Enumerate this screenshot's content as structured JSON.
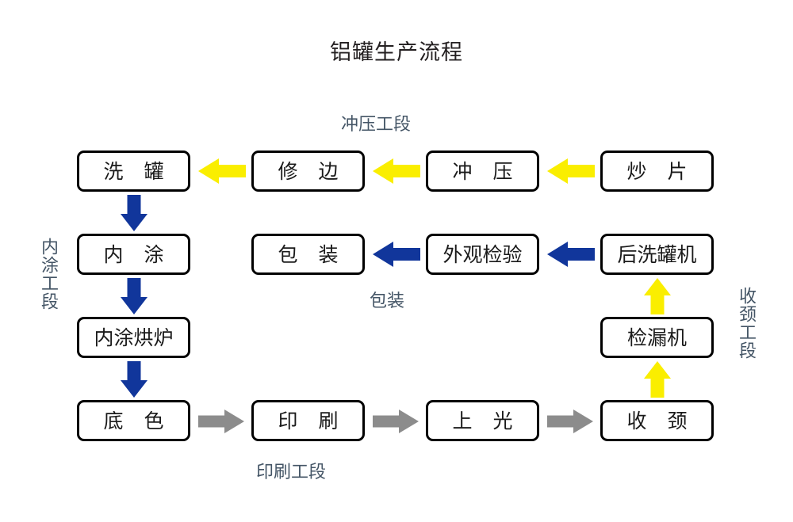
{
  "page": {
    "title": "铝罐生产流程",
    "background": "#ffffff"
  },
  "colors": {
    "stamping_arrow": "#FAEE00",
    "coating_arrow": "#11369B",
    "printing_arrow": "#8C8C8C",
    "necking_arrow": "#FAEE00",
    "box_border": "#000000",
    "section_label": "#445566",
    "text": "#1a1a1a"
  },
  "sections": [
    {
      "id": "stamping",
      "label": "冲压工段",
      "orientation": "horizontal"
    },
    {
      "id": "packaging",
      "label": "包装",
      "orientation": "horizontal"
    },
    {
      "id": "printing",
      "label": "印刷工段",
      "orientation": "horizontal"
    },
    {
      "id": "coating",
      "label": "内涂工段",
      "orientation": "vertical"
    },
    {
      "id": "necking",
      "label": "收颈工段",
      "orientation": "vertical"
    }
  ],
  "nodes": [
    {
      "id": "chaopian",
      "label": "炒  片",
      "row": 1,
      "col": 4
    },
    {
      "id": "chongya",
      "label": "冲  压",
      "row": 1,
      "col": 3
    },
    {
      "id": "xiubian",
      "label": "修  边",
      "row": 1,
      "col": 2
    },
    {
      "id": "xiguan",
      "label": "洗  罐",
      "row": 1,
      "col": 1
    },
    {
      "id": "neitu",
      "label": "内  涂",
      "row": 2,
      "col": 1
    },
    {
      "id": "baozhuang",
      "label": "包  装",
      "row": 2,
      "col": 2
    },
    {
      "id": "waiguan",
      "label": "外观检验",
      "row": 2,
      "col": 3
    },
    {
      "id": "houxiguanji",
      "label": "后洗罐机",
      "row": 2,
      "col": 4
    },
    {
      "id": "neituhonglu",
      "label": "内涂烘炉",
      "row": 3,
      "col": 1
    },
    {
      "id": "jianlouji",
      "label": "检漏机",
      "row": 3,
      "col": 4
    },
    {
      "id": "dise",
      "label": "底  色",
      "row": 4,
      "col": 1
    },
    {
      "id": "yinshua",
      "label": "印  刷",
      "row": 4,
      "col": 2
    },
    {
      "id": "shangguang",
      "label": "上  光",
      "row": 4,
      "col": 3
    },
    {
      "id": "shoujing",
      "label": "收  颈",
      "row": 4,
      "col": 4
    }
  ],
  "edges": [
    {
      "id": "e1",
      "from": "chaopian",
      "to": "chongya",
      "color": "#FAEE00",
      "direction": "left"
    },
    {
      "id": "e2",
      "from": "chongya",
      "to": "xiubian",
      "color": "#FAEE00",
      "direction": "left"
    },
    {
      "id": "e3",
      "from": "xiubian",
      "to": "xiguan",
      "color": "#FAEE00",
      "direction": "left"
    },
    {
      "id": "e4",
      "from": "xiguan",
      "to": "neitu",
      "color": "#11369B",
      "direction": "down"
    },
    {
      "id": "e5",
      "from": "neitu",
      "to": "neituhonglu",
      "color": "#11369B",
      "direction": "down"
    },
    {
      "id": "e6",
      "from": "neituhonglu",
      "to": "dise",
      "color": "#11369B",
      "direction": "down"
    },
    {
      "id": "e7",
      "from": "dise",
      "to": "yinshua",
      "color": "#8C8C8C",
      "direction": "right"
    },
    {
      "id": "e8",
      "from": "yinshua",
      "to": "shangguang",
      "color": "#8C8C8C",
      "direction": "right"
    },
    {
      "id": "e9",
      "from": "shangguang",
      "to": "shoujing",
      "color": "#8C8C8C",
      "direction": "right"
    },
    {
      "id": "e10",
      "from": "shoujing",
      "to": "jianlouji",
      "color": "#FAEE00",
      "direction": "up"
    },
    {
      "id": "e11",
      "from": "jianlouji",
      "to": "houxiguanji",
      "color": "#FAEE00",
      "direction": "up"
    },
    {
      "id": "e12",
      "from": "houxiguanji",
      "to": "waiguan",
      "color": "#11369B",
      "direction": "left"
    },
    {
      "id": "e13",
      "from": "waiguan",
      "to": "baozhuang",
      "color": "#11369B",
      "direction": "left"
    }
  ]
}
